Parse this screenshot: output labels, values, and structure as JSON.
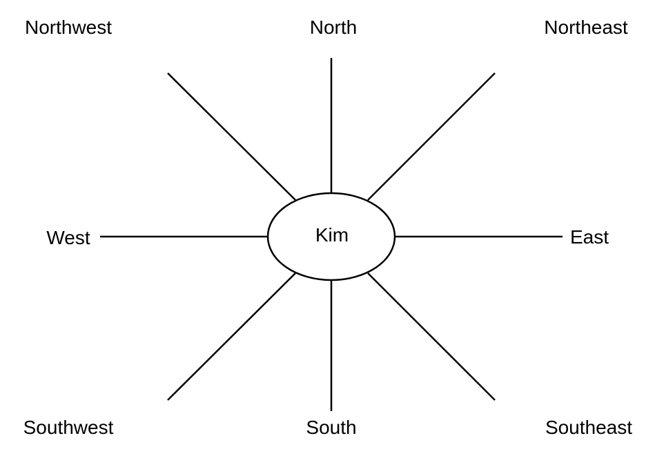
{
  "center": {
    "label": "Kim"
  },
  "directions": {
    "north": "North",
    "northeast": "Northeast",
    "east": "East",
    "southeast": "Southeast",
    "south": "South",
    "southwest": "Southwest",
    "west": "West",
    "northwest": "Northwest"
  },
  "colors": {
    "line": "#000000",
    "text": "#000000",
    "background": "#ffffff"
  }
}
